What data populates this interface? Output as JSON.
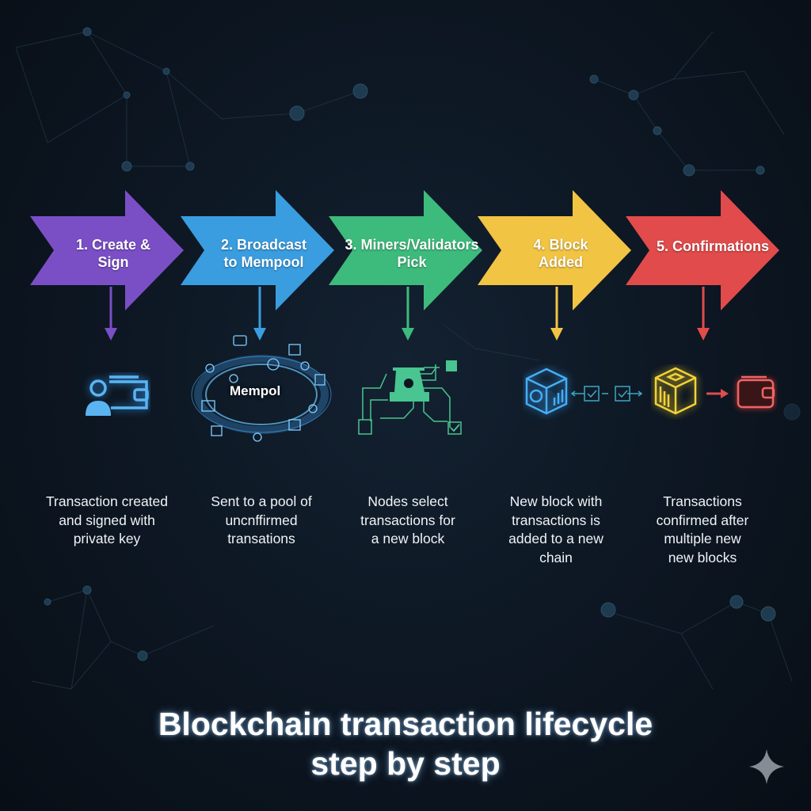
{
  "steps": [
    {
      "label_line1": "1. Create &",
      "label_line2": "Sign",
      "color": "#7a4fc6",
      "description": [
        "Transaction created",
        "and signed with",
        "private key"
      ],
      "icon": "user-wallet-icon"
    },
    {
      "label_line1": "2. Broadcast",
      "label_line2": "to Mempool",
      "color": "#3a9de0",
      "description": [
        "Sent to a pool of",
        "uncnffirmed",
        "transations"
      ],
      "icon": "mempool-cloud-icon",
      "icon_text": "Mempol"
    },
    {
      "label_line1": "3. Miners/Validators",
      "label_line2": "Pick",
      "color": "#3dbb7c",
      "description": [
        "Nodes select",
        "transactions for",
        "a new block"
      ],
      "icon": "miner-machine-icon"
    },
    {
      "label_line1": "4. Block",
      "label_line2": "Added",
      "color": "#f2c443",
      "description": [
        "New block with",
        "transactions is",
        "added to a new",
        "chain"
      ],
      "icon": "block-chain-icon"
    },
    {
      "label_line1": "5. Confirmations",
      "label_line2": "",
      "color": "#e24b4b",
      "description": [
        "Transactions",
        "confirmed after",
        "multiple new",
        "new blocks"
      ],
      "icon": "confirmed-block-wallet-icon"
    }
  ],
  "title": {
    "line1": "Blockchain transaction lifecycle",
    "line2": "step by step"
  }
}
